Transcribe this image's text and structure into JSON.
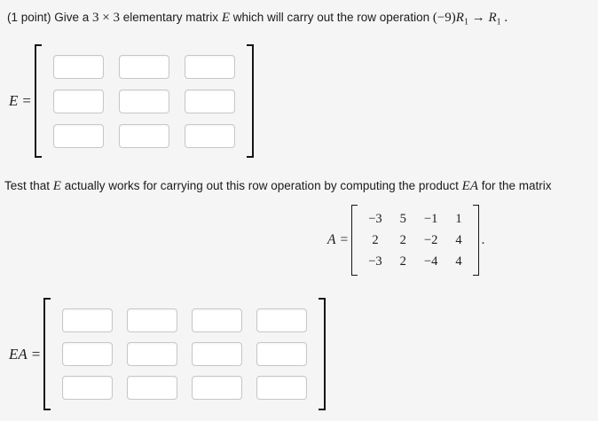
{
  "intro": {
    "prefix": "(1 point) Give a ",
    "dims": "3 × 3",
    "mid": " elementary matrix ",
    "var_e": "E",
    "tail": " which will carry out the row operation ",
    "coeff": "(−9)",
    "r_from": "R",
    "r_from_sub": "1",
    "arrow": " → ",
    "r_to": "R",
    "r_to_sub": "1",
    "period": " ."
  },
  "e_matrix": {
    "label": "E",
    "equals": "=",
    "rows": 3,
    "cols": 3
  },
  "test_line": {
    "prefix": "Test that ",
    "var_e": "E",
    "mid": " actually works for carrying out this row operation by computing the product ",
    "var_ea": "EA",
    "suffix": " for the matrix"
  },
  "matrix_a": {
    "label": "A",
    "equals": "=",
    "rows": [
      [
        "−3",
        "5",
        "−1",
        "1"
      ],
      [
        "2",
        "2",
        "−2",
        "4"
      ],
      [
        "−3",
        "2",
        "−4",
        "4"
      ]
    ],
    "period": "."
  },
  "ea_matrix": {
    "label": "EA",
    "equals": "=",
    "rows": 3,
    "cols": 4
  },
  "colors": {
    "background": "#f5f5f5",
    "text": "#1b1b1b",
    "input_border": "#c7c7c7",
    "bracket": "#161616"
  }
}
